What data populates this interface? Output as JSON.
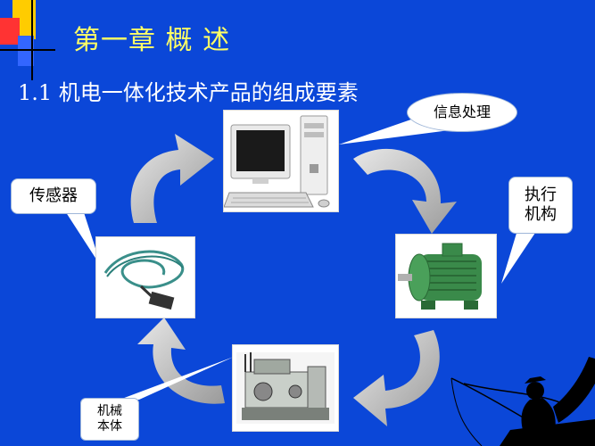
{
  "slide": {
    "title": "第一章 概 述",
    "subtitle": "1.1  机电一体化技术产品的组成要素"
  },
  "callouts": {
    "info_processing": "信息处理",
    "sensor": "传感器",
    "actuator": "执行机构",
    "mechanical_body": "机械本体"
  },
  "colors": {
    "background": "#0b47d8",
    "title": "#ffff66",
    "arrow": "#c8c8c8"
  },
  "images": {
    "computer": "computer-icon",
    "sensor": "sensor-cable-icon",
    "motor": "electric-motor-icon",
    "machine": "machine-tool-icon",
    "fisherman": "fisherman-silhouette-icon"
  }
}
